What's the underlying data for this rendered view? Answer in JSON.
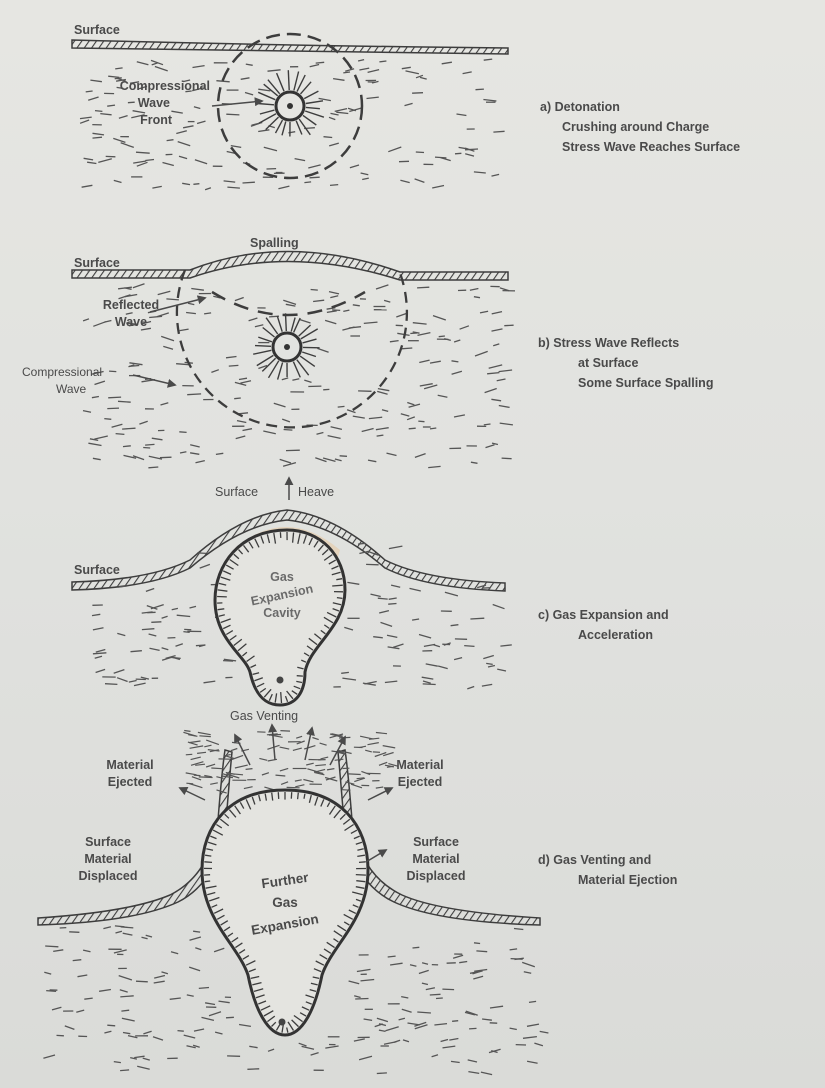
{
  "panel_a": {
    "caption": [
      "a) Detonation",
      "Crushing around Charge",
      "Stress Wave Reaches Surface"
    ],
    "labels": {
      "surface": "Surface",
      "wave_front": [
        "Compressional",
        "Wave",
        "Front"
      ]
    }
  },
  "panel_b": {
    "caption": [
      "b) Stress Wave Reflects",
      "at Surface",
      "Some Surface Spalling"
    ],
    "labels": {
      "surface": "Surface",
      "spalling": "Spalling",
      "reflected_wave": [
        "Reflected",
        "Wave"
      ],
      "compressional_wave": [
        "Compressional",
        "Wave"
      ]
    }
  },
  "panel_c": {
    "caption": [
      "c) Gas Expansion and",
      "Acceleration"
    ],
    "labels": {
      "surface_heave_left": "Surface",
      "surface_heave_right": "Heave",
      "surface": "Surface",
      "cavity": [
        "Gas",
        "Expansion",
        "Cavity"
      ]
    }
  },
  "panel_d": {
    "caption": [
      "d) Gas Venting and",
      "Material Ejection"
    ],
    "labels": {
      "gas_venting": "Gas Venting",
      "material_ejected_left": [
        "Material",
        "Ejected"
      ],
      "material_ejected_right": [
        "Material",
        "Ejected"
      ],
      "surface_displaced_left": [
        "Surface",
        "Material",
        "Displaced"
      ],
      "surface_displaced_right": [
        "Surface",
        "Material",
        "Displaced"
      ],
      "further_gas": [
        "Further",
        "Gas",
        "Expansion"
      ]
    }
  },
  "colors": {
    "paper": "#e3e3df",
    "ink": "#4a4a4a",
    "highlight": "#e8c9a0"
  }
}
